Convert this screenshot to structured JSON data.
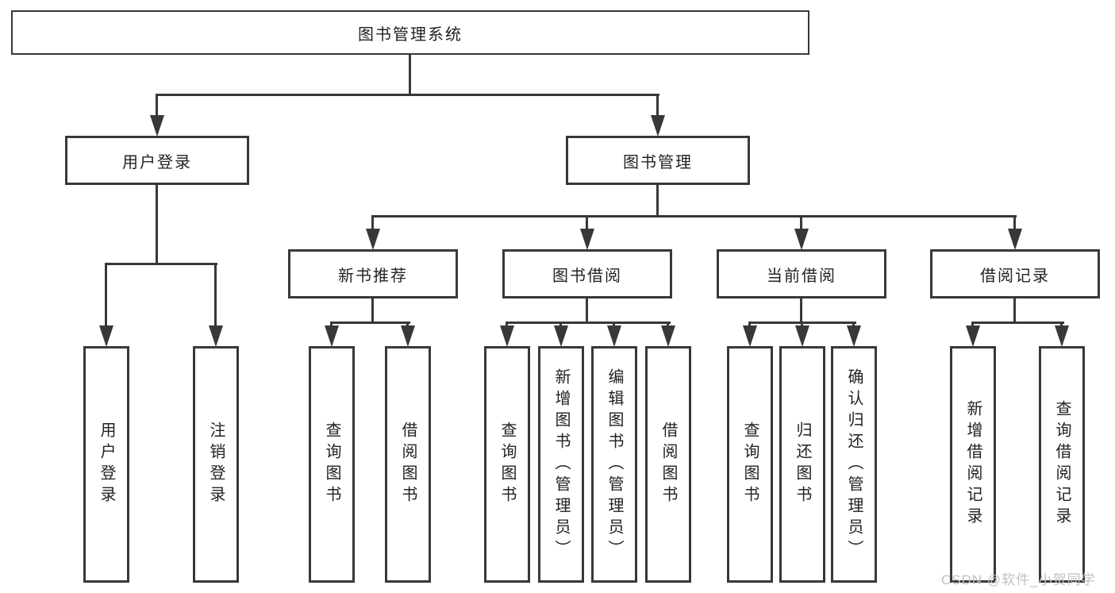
{
  "diagram_type": "hierarchy-tree",
  "tree": {
    "label": "图书管理系统",
    "children": [
      {
        "label": "用户登录",
        "children": [
          {
            "label": "用户登录"
          },
          {
            "label": "注销登录"
          }
        ]
      },
      {
        "label": "图书管理",
        "children": [
          {
            "label": "新书推荐",
            "children": [
              {
                "label": "查询图书"
              },
              {
                "label": "借阅图书"
              }
            ]
          },
          {
            "label": "图书借阅",
            "children": [
              {
                "label": "查询图书"
              },
              {
                "label": "新增图书（管理员）"
              },
              {
                "label": "编辑图书（管理员）"
              },
              {
                "label": "借阅图书"
              }
            ]
          },
          {
            "label": "当前借阅",
            "children": [
              {
                "label": "查询图书"
              },
              {
                "label": "归还图书"
              },
              {
                "label": "确认归还（管理员）"
              }
            ]
          },
          {
            "label": "借阅记录",
            "children": [
              {
                "label": "新增借阅记录"
              },
              {
                "label": "查询借阅记录"
              }
            ]
          }
        ]
      }
    ]
  },
  "watermark": "CSDN @软件_小贺同学",
  "colors": {
    "background": "#ffffff",
    "line": "#383838",
    "box_border": "#383838",
    "text": "#222222",
    "watermark": "#c0c0c0"
  }
}
